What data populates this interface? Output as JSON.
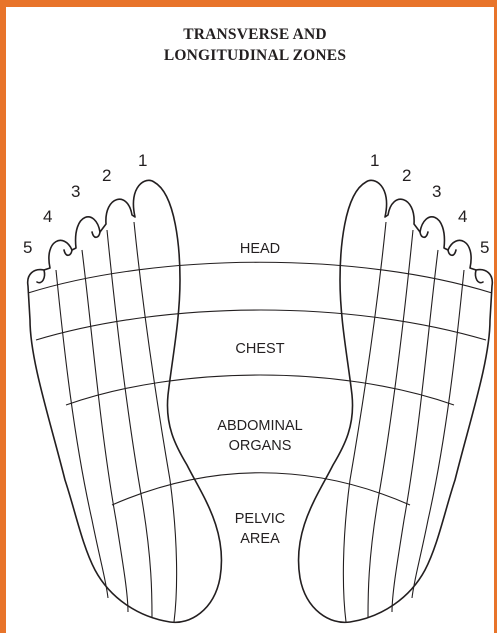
{
  "title": {
    "line1": "TRANSVERSE AND",
    "line2": "LONGITUDINAL ZONES"
  },
  "toe_numbers": {
    "left_foot": [
      "1",
      "2",
      "3",
      "4",
      "5"
    ],
    "right_foot": [
      "1",
      "2",
      "3",
      "4",
      "5"
    ]
  },
  "transverse_zones": {
    "head": "HEAD",
    "chest": "CHEST",
    "abdominal_line1": "ABDOMINAL",
    "abdominal_line2": "ORGANS",
    "pelvic_line1": "PELVIC",
    "pelvic_line2": "AREA"
  },
  "colors": {
    "border": "#e8742a",
    "ink": "#231f20",
    "background": "#ffffff"
  }
}
